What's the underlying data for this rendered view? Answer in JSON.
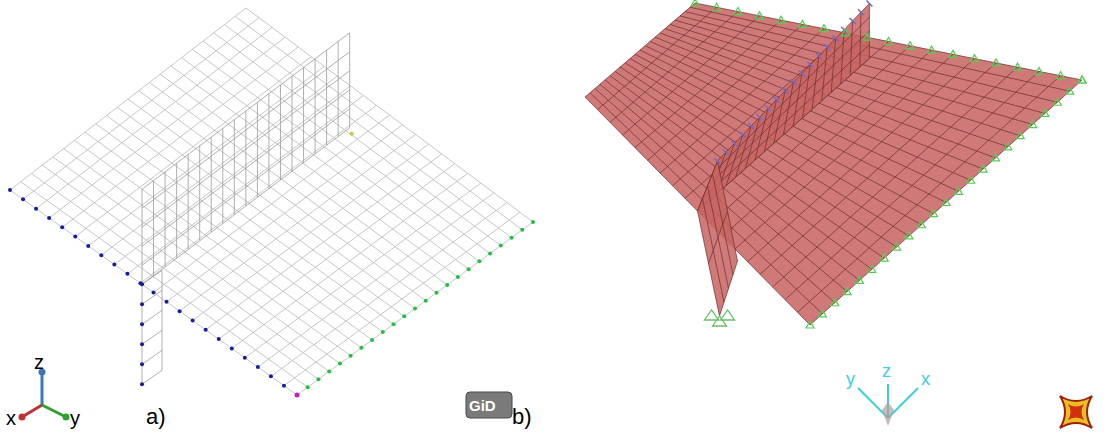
{
  "diagram": {
    "labels": [
      "z",
      "x",
      "y",
      "a)",
      "GiD",
      "y",
      "z",
      "x",
      "b)"
    ]
  }
}
